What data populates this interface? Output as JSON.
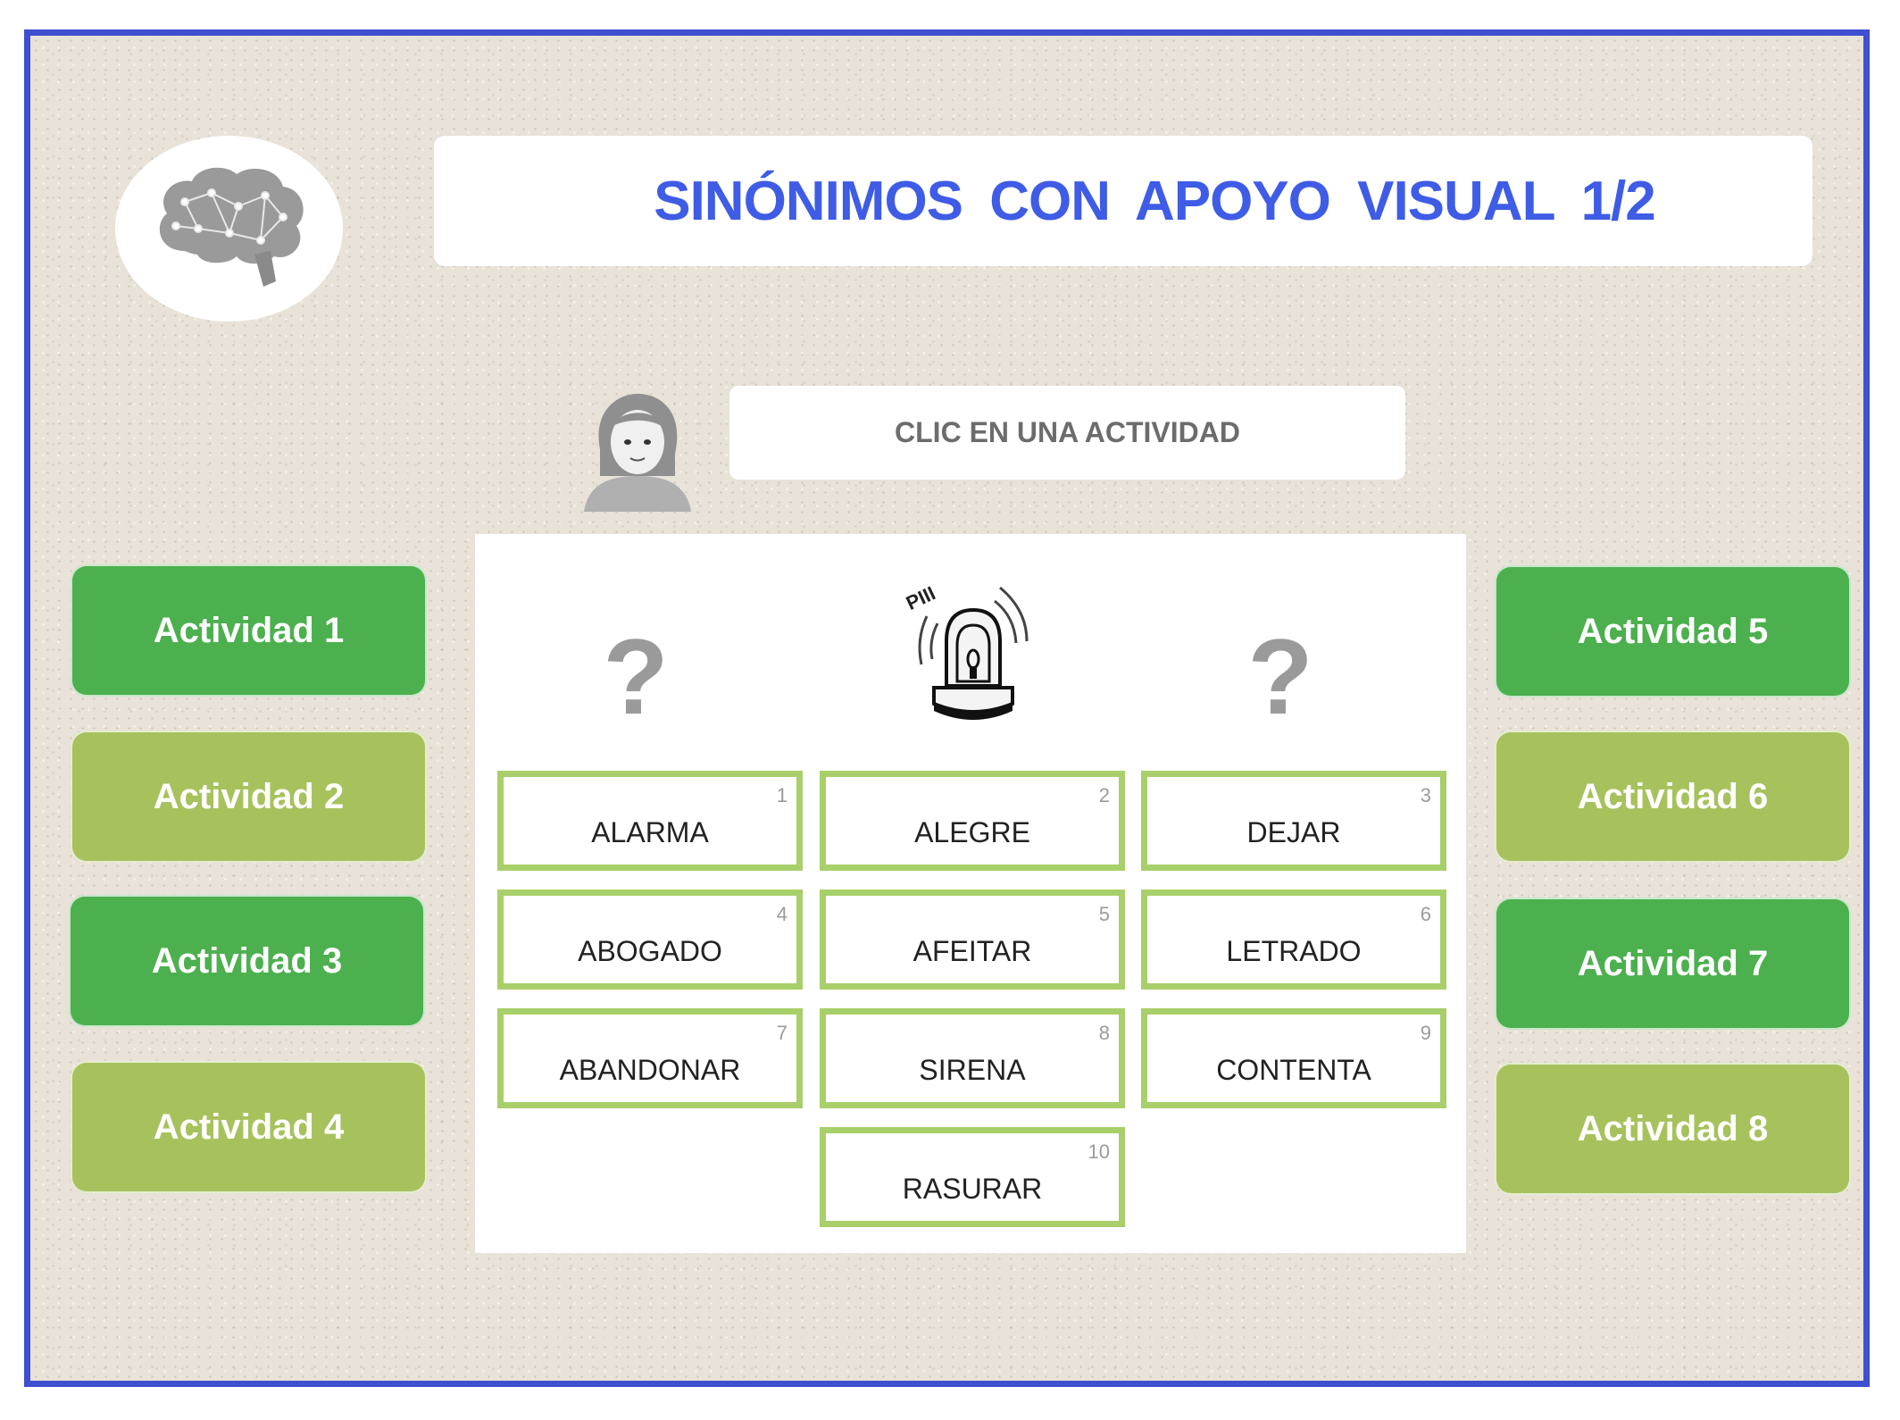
{
  "title": "SINÓNIMOS CON APOYO VISUAL 1/2",
  "instruction": "CLIC EN UNA ACTIVIDAD",
  "activities_left": [
    "Actividad 1",
    "Actividad 2",
    "Actividad 3",
    "Actividad 4"
  ],
  "activities_right": [
    "Actividad 5",
    "Actividad 6",
    "Actividad 7",
    "Actividad 8"
  ],
  "question_marks": [
    "?",
    "?"
  ],
  "picture": {
    "icon": "siren-icon",
    "caption": "PIII"
  },
  "cards": [
    {
      "num": "1",
      "word": "ALARMA"
    },
    {
      "num": "2",
      "word": "ALEGRE"
    },
    {
      "num": "3",
      "word": "DEJAR"
    },
    {
      "num": "4",
      "word": "ABOGADO"
    },
    {
      "num": "5",
      "word": "AFEITAR"
    },
    {
      "num": "6",
      "word": "LETRADO"
    },
    {
      "num": "7",
      "word": "ABANDONAR"
    },
    {
      "num": "8",
      "word": "SIRENA"
    },
    {
      "num": "9",
      "word": "CONTENTA"
    },
    {
      "num": "10",
      "word": "RASURAR"
    }
  ],
  "colors": {
    "frame_border": "#3e4fd0",
    "title": "#3f5ce6",
    "activity_dark": "#4cb04e",
    "activity_light": "#a7c25d",
    "card_border": "#a8cf6a"
  }
}
